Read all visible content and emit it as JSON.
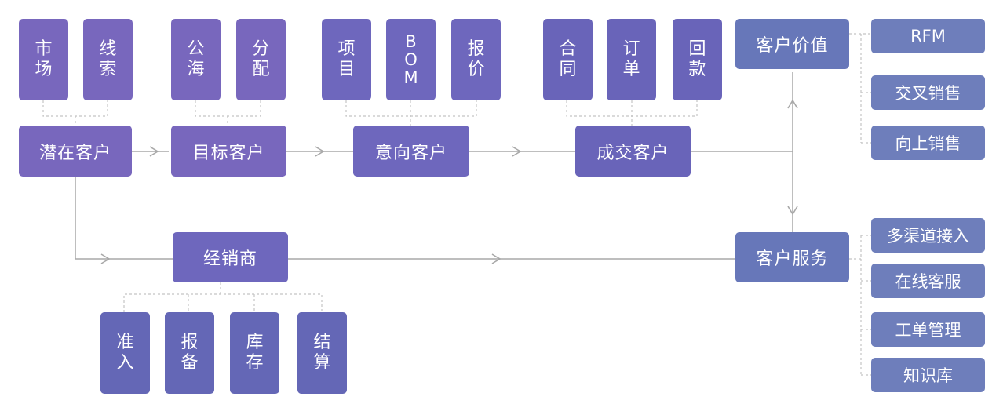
{
  "flow": {
    "potential": "潜在客户",
    "target": "目标客户",
    "intent": "意向客户",
    "deal": "成交客户",
    "dealer": "经销商",
    "value": "客户价值",
    "service": "客户服务"
  },
  "potential_sub": [
    "市\n场",
    "线\n索"
  ],
  "target_sub": [
    "公\n海",
    "分\n配"
  ],
  "intent_sub": [
    "项\n目",
    "B\nO\nM",
    "报\n价"
  ],
  "deal_sub": [
    "合\n同",
    "订\n单",
    "回\n款"
  ],
  "dealer_sub": [
    "准\n入",
    "报\n备",
    "库\n存",
    "结\n算"
  ],
  "value_sub": [
    "RFM",
    "交叉销售",
    "向上销售"
  ],
  "service_sub": [
    "多渠道接入",
    "在线客服",
    "工单管理",
    "知识库"
  ],
  "colors": {
    "line": "#a8a8a8",
    "dash": "#c4c4c4",
    "purple_light": "#7867bd",
    "purple_mid": "#6964b9",
    "blue_violet": "#6777b9"
  }
}
